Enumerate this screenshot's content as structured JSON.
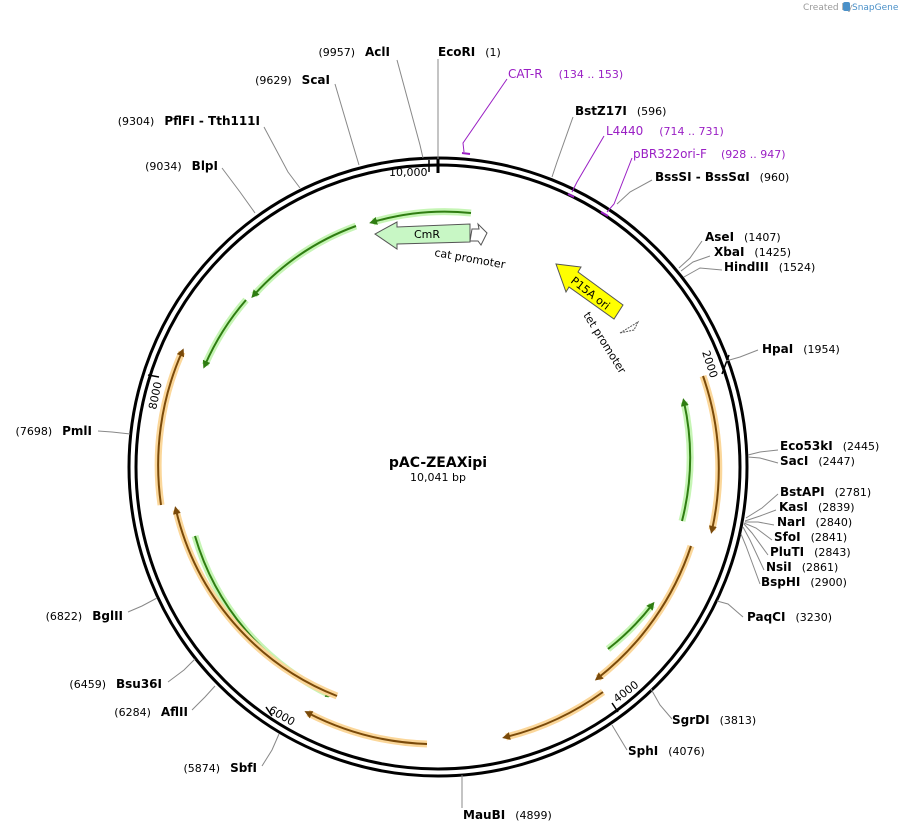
{
  "header": {
    "created_by": "Created by",
    "brand": "SnapGene"
  },
  "plasmid": {
    "name": "pAC-ZEAXipi",
    "length_label": "10,041 bp",
    "length": 10041
  },
  "ticks": [
    {
      "label": "10,000",
      "pos": 10000
    },
    {
      "label": "2000",
      "pos": 2000
    },
    {
      "label": "4000",
      "pos": 4000
    },
    {
      "label": "6000",
      "pos": 6000
    },
    {
      "label": "8000",
      "pos": 8000
    }
  ],
  "enzymes_right": [
    {
      "name": "EcoRI",
      "pos_label": "(1)"
    },
    {
      "name": "BstZ17I",
      "pos_label": "(596)"
    },
    {
      "name": "BssSI  -  BssSαI",
      "pos_label": "(960)"
    },
    {
      "name": "AseI",
      "pos_label": "(1407)"
    },
    {
      "name": "XbaI",
      "pos_label": "(1425)"
    },
    {
      "name": "HindIII",
      "pos_label": "(1524)"
    },
    {
      "name": "HpaI",
      "pos_label": "(1954)"
    },
    {
      "name": "Eco53kI",
      "pos_label": "(2445)"
    },
    {
      "name": "SacI",
      "pos_label": "(2447)"
    },
    {
      "name": "BstAPI",
      "pos_label": "(2781)"
    },
    {
      "name": "KasI",
      "pos_label": "(2839)"
    },
    {
      "name": "NarI",
      "pos_label": "(2840)"
    },
    {
      "name": "SfoI",
      "pos_label": "(2841)"
    },
    {
      "name": "PluTI",
      "pos_label": "(2843)"
    },
    {
      "name": "NsiI",
      "pos_label": "(2861)"
    },
    {
      "name": "BspHI",
      "pos_label": "(2900)"
    },
    {
      "name": "PaqCI",
      "pos_label": "(3230)"
    },
    {
      "name": "SgrDI",
      "pos_label": "(3813)"
    },
    {
      "name": "SphI",
      "pos_label": "(4076)"
    },
    {
      "name": "MauBI",
      "pos_label": "(4899)"
    }
  ],
  "enzymes_left": [
    {
      "name": "AclI",
      "pos_label": "(9957)"
    },
    {
      "name": "ScaI",
      "pos_label": "(9629)"
    },
    {
      "name": "PflFI  -  Tth111I",
      "pos_label": "(9304)"
    },
    {
      "name": "BlpI",
      "pos_label": "(9034)"
    },
    {
      "name": "PmlI",
      "pos_label": "(7698)"
    },
    {
      "name": "BglII",
      "pos_label": "(6822)"
    },
    {
      "name": "Bsu36I",
      "pos_label": "(6459)"
    },
    {
      "name": "AflII",
      "pos_label": "(6284)"
    },
    {
      "name": "SbfI",
      "pos_label": "(5874)"
    }
  ],
  "primers": [
    {
      "name": "CAT-R",
      "pos_label": "(134 .. 153)"
    },
    {
      "name": "L4440",
      "pos_label": "(714 .. 731)"
    },
    {
      "name": "pBR322ori-F",
      "pos_label": "(928 .. 947)"
    }
  ],
  "features": [
    {
      "name": "CmR",
      "color": "#c8f7c5"
    },
    {
      "name": "cat promoter",
      "color": "#ffffff"
    },
    {
      "name": "P15A ori",
      "color": "#ffff00"
    },
    {
      "name": "tet promoter",
      "color": "#ffffff"
    }
  ],
  "colors": {
    "primer": "#9a1fc4",
    "orf_green": "#3a9a1a",
    "orf_orange": "#e8a030",
    "backbone": "#000000"
  }
}
